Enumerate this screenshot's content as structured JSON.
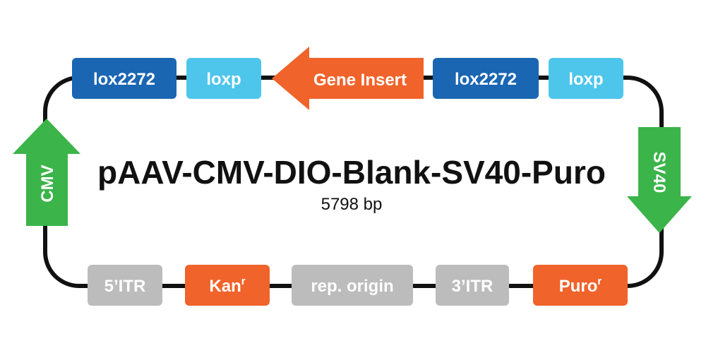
{
  "plasmid": {
    "name": "pAAV-CMV-DIO-Blank-SV40-Puro",
    "size": "5798 bp"
  },
  "colors": {
    "lox2272": "#1a66b3",
    "loxp": "#4ec6eb",
    "orange": "#f0632b",
    "green": "#3bb44a",
    "gray": "#bcbcbc",
    "backbone": "#111111"
  },
  "features": {
    "lox2272_left": "lox2272",
    "loxp_left": "loxp",
    "gene_insert": "Gene Insert",
    "lox2272_right": "lox2272",
    "loxp_right": "loxp",
    "cmv": "CMV",
    "sv40": "SV40",
    "itr5": "5’ITR",
    "kan": "Kan",
    "kan_sup": "r",
    "rep_origin": "rep. origin",
    "itr3": "3’ITR",
    "puro": "Puro",
    "puro_sup": "r"
  }
}
